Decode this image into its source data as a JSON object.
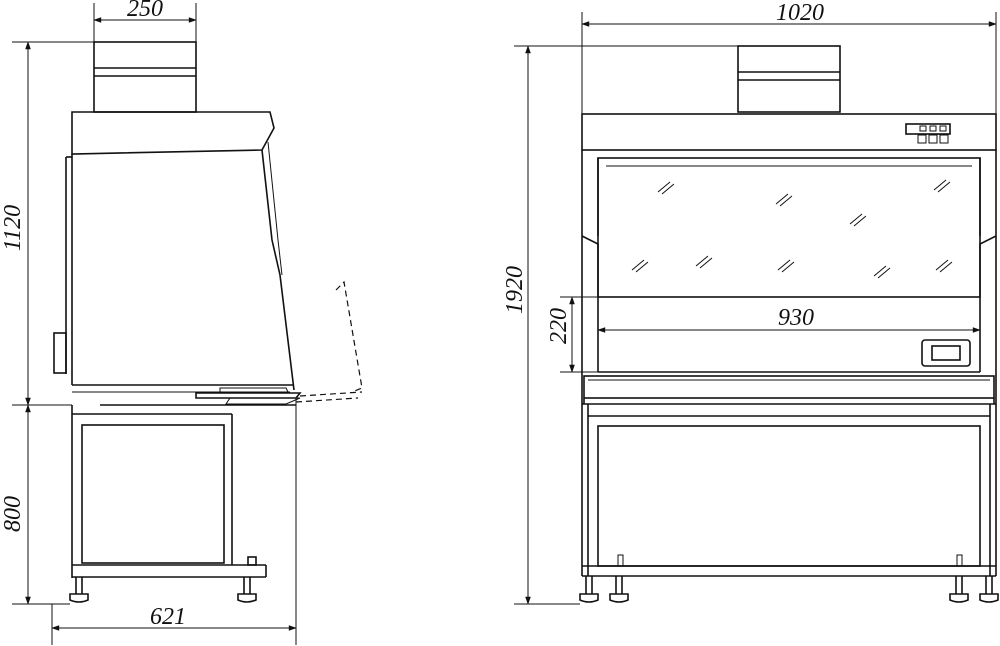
{
  "side_view": {
    "dims": {
      "duct_width": "250",
      "upper_height": "1120",
      "stand_height": "800",
      "depth": "621"
    }
  },
  "front_view": {
    "dims": {
      "overall_width": "1020",
      "overall_height": "1920",
      "opening_height": "220",
      "inner_width": "930"
    }
  },
  "colors": {
    "line": "#111111",
    "background": "#ffffff"
  }
}
